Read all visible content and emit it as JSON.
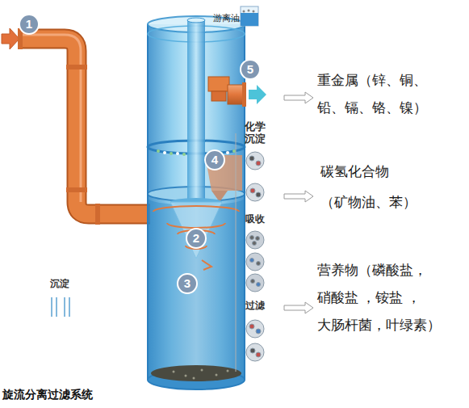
{
  "diagram": {
    "caption": "旋流分离过滤系统",
    "labels": [
      "1",
      "游离油",
      "5",
      "4",
      "化学 沉淀",
      "2",
      "沉淀",
      "吸收",
      "3",
      "过滤",
      "重金属（锌、铜、 铅、镉、铬、镍）",
      "碳氢化合物 （矿物油、苯）",
      "营养物（磷酸盐， 硝酸盐 ，铵盐 ， 大肠杆菌，叶绿素）"
    ]
  }
}
